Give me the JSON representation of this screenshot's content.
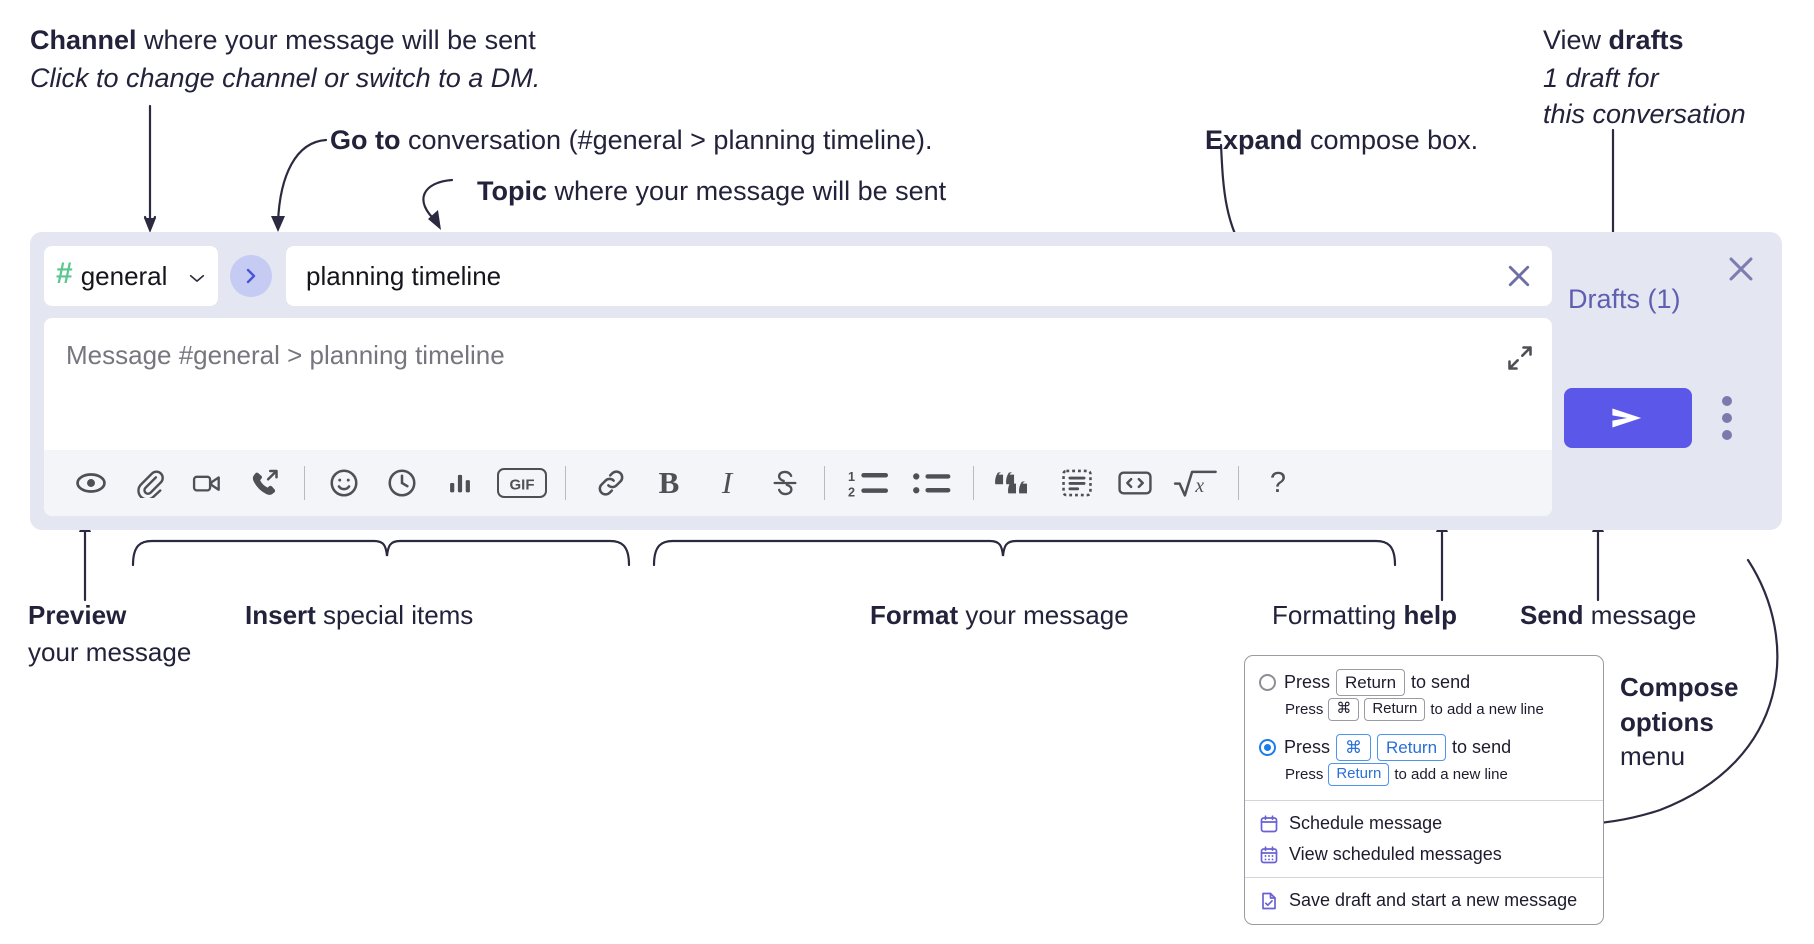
{
  "annotations": {
    "channel": {
      "bold": "Channel",
      "rest": " where your message will be sent",
      "sub": "Click to change channel or switch to a DM."
    },
    "goto": {
      "bold": "Go to",
      "rest": " conversation (#general > planning timeline)."
    },
    "topic": {
      "bold": "Topic",
      "rest": " where your message will be sent"
    },
    "expand": {
      "bold": "Expand",
      "rest": " compose box."
    },
    "drafts": {
      "line1_plain": "View ",
      "line1_bold": "drafts",
      "line2": "1 draft for",
      "line3": "this conversation"
    },
    "preview": {
      "bold": "Preview",
      "line2": "your message"
    },
    "insert": {
      "bold": "Insert",
      "rest": " special items"
    },
    "format": {
      "bold": "Format",
      "rest": " your message"
    },
    "formatting_help": {
      "plain": "Formatting ",
      "bold": "help"
    },
    "send": {
      "bold": "Send",
      "rest": " message"
    },
    "compose_options": {
      "line1": "Compose",
      "line2": "options",
      "line3": "menu"
    }
  },
  "compose": {
    "channel_name": "general",
    "hash_symbol": "#",
    "topic_value": "planning timeline",
    "message_placeholder": "Message #general > planning timeline",
    "drafts_label": "Drafts (1)",
    "colors": {
      "panel_bg": "#e4e6f2",
      "toolbar_bg": "#f4f5f9",
      "send_button": "#5b57e8",
      "hash_green": "#5cc68f",
      "goto_circle": "#c5cbf3",
      "drafts_text": "#5f5fb0"
    },
    "toolbar": [
      {
        "name": "preview-icon",
        "label": "Preview"
      },
      {
        "name": "attachment-icon",
        "label": "Attach file"
      },
      {
        "name": "video-icon",
        "label": "Record video clip"
      },
      {
        "name": "phone-forward-icon",
        "label": "Start a call"
      },
      {
        "name": "separator-1",
        "label": ""
      },
      {
        "name": "emoji-icon",
        "label": "Emoji"
      },
      {
        "name": "clock-icon",
        "label": "Recent"
      },
      {
        "name": "poll-icon",
        "label": "Poll"
      },
      {
        "name": "gif-icon",
        "label": "GIF"
      },
      {
        "name": "separator-2",
        "label": ""
      },
      {
        "name": "link-icon",
        "label": "Link"
      },
      {
        "name": "bold-icon",
        "label": "B"
      },
      {
        "name": "italic-icon",
        "label": "I"
      },
      {
        "name": "strikethrough-icon",
        "label": "Strikethrough"
      },
      {
        "name": "separator-3",
        "label": ""
      },
      {
        "name": "ordered-list-icon",
        "label": "Ordered list"
      },
      {
        "name": "bulleted-list-icon",
        "label": "Bulleted list"
      },
      {
        "name": "separator-4",
        "label": ""
      },
      {
        "name": "blockquote-icon",
        "label": "Blockquote"
      },
      {
        "name": "code-block-icon",
        "label": "Code block"
      },
      {
        "name": "code-icon",
        "label": "Code"
      },
      {
        "name": "latex-icon",
        "label": "LaTeX"
      },
      {
        "name": "separator-5",
        "label": ""
      },
      {
        "name": "help-icon",
        "label": "?"
      }
    ]
  },
  "compose_menu": {
    "option_1": {
      "selected": false,
      "main_pre": "Press",
      "main_key": "Return",
      "main_post": "to send",
      "sub_pre": "Press",
      "sub_key_1": "⌘",
      "sub_key_2": "Return",
      "sub_post": "to add a new line"
    },
    "option_2": {
      "selected": true,
      "main_pre": "Press",
      "main_key_1": "⌘",
      "main_key_2": "Return",
      "main_post": "to send",
      "sub_pre": "Press",
      "sub_key": "Return",
      "sub_post": "to add a new line"
    },
    "items": [
      {
        "icon": "calendar-icon",
        "label": "Schedule message"
      },
      {
        "icon": "calendar-grid-icon",
        "label": "View scheduled messages"
      },
      {
        "icon": "save-draft-icon",
        "label": "Save draft and start a new message"
      }
    ]
  }
}
